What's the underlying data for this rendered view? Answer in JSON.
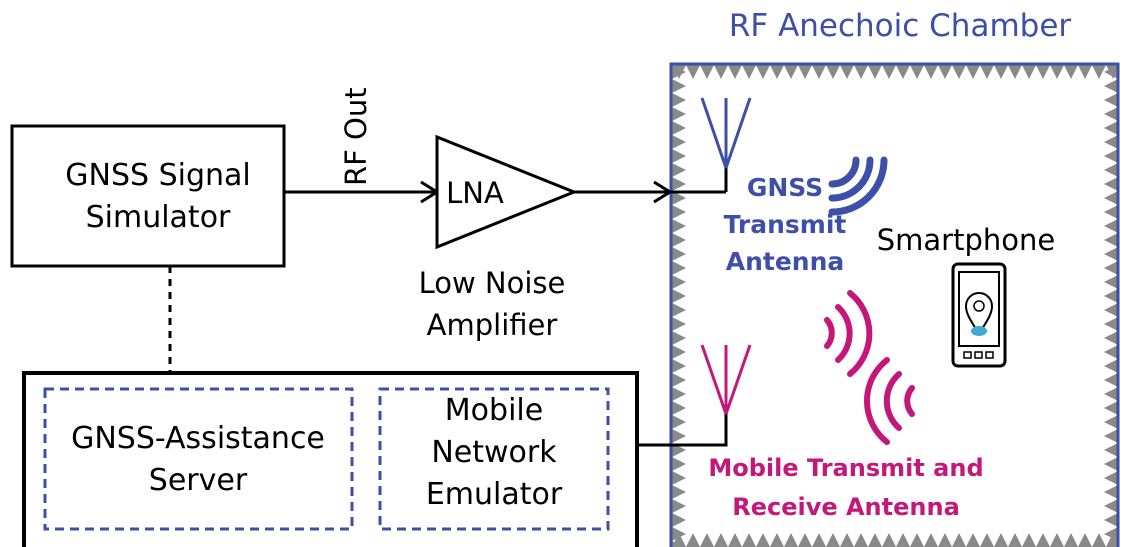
{
  "chamber": {
    "title": "RF Anechoic Chamber",
    "accent": "#3d4fa8"
  },
  "simulator": {
    "line1": "GNSS Signal",
    "line2": "Simulator",
    "output_label": "RF Out"
  },
  "lna": {
    "label": "LNA",
    "caption_line1": "Low Noise",
    "caption_line2": "Amplifier"
  },
  "gnss_antenna": {
    "line1": "GNSS",
    "line2": "Transmit",
    "line3": "Antenna",
    "color": "#3d4fa8"
  },
  "smartphone": {
    "label": "Smartphone",
    "pin_color": "#41a9d6"
  },
  "mobile_antenna": {
    "line1": "Mobile Transmit and",
    "line2": "Receive Antenna",
    "color": "#c4177a"
  },
  "server": {
    "line1": "GNSS-Assistance",
    "line2": "Server"
  },
  "emulator": {
    "line1": "Mobile",
    "line2": "Network",
    "line3": "Emulator"
  }
}
